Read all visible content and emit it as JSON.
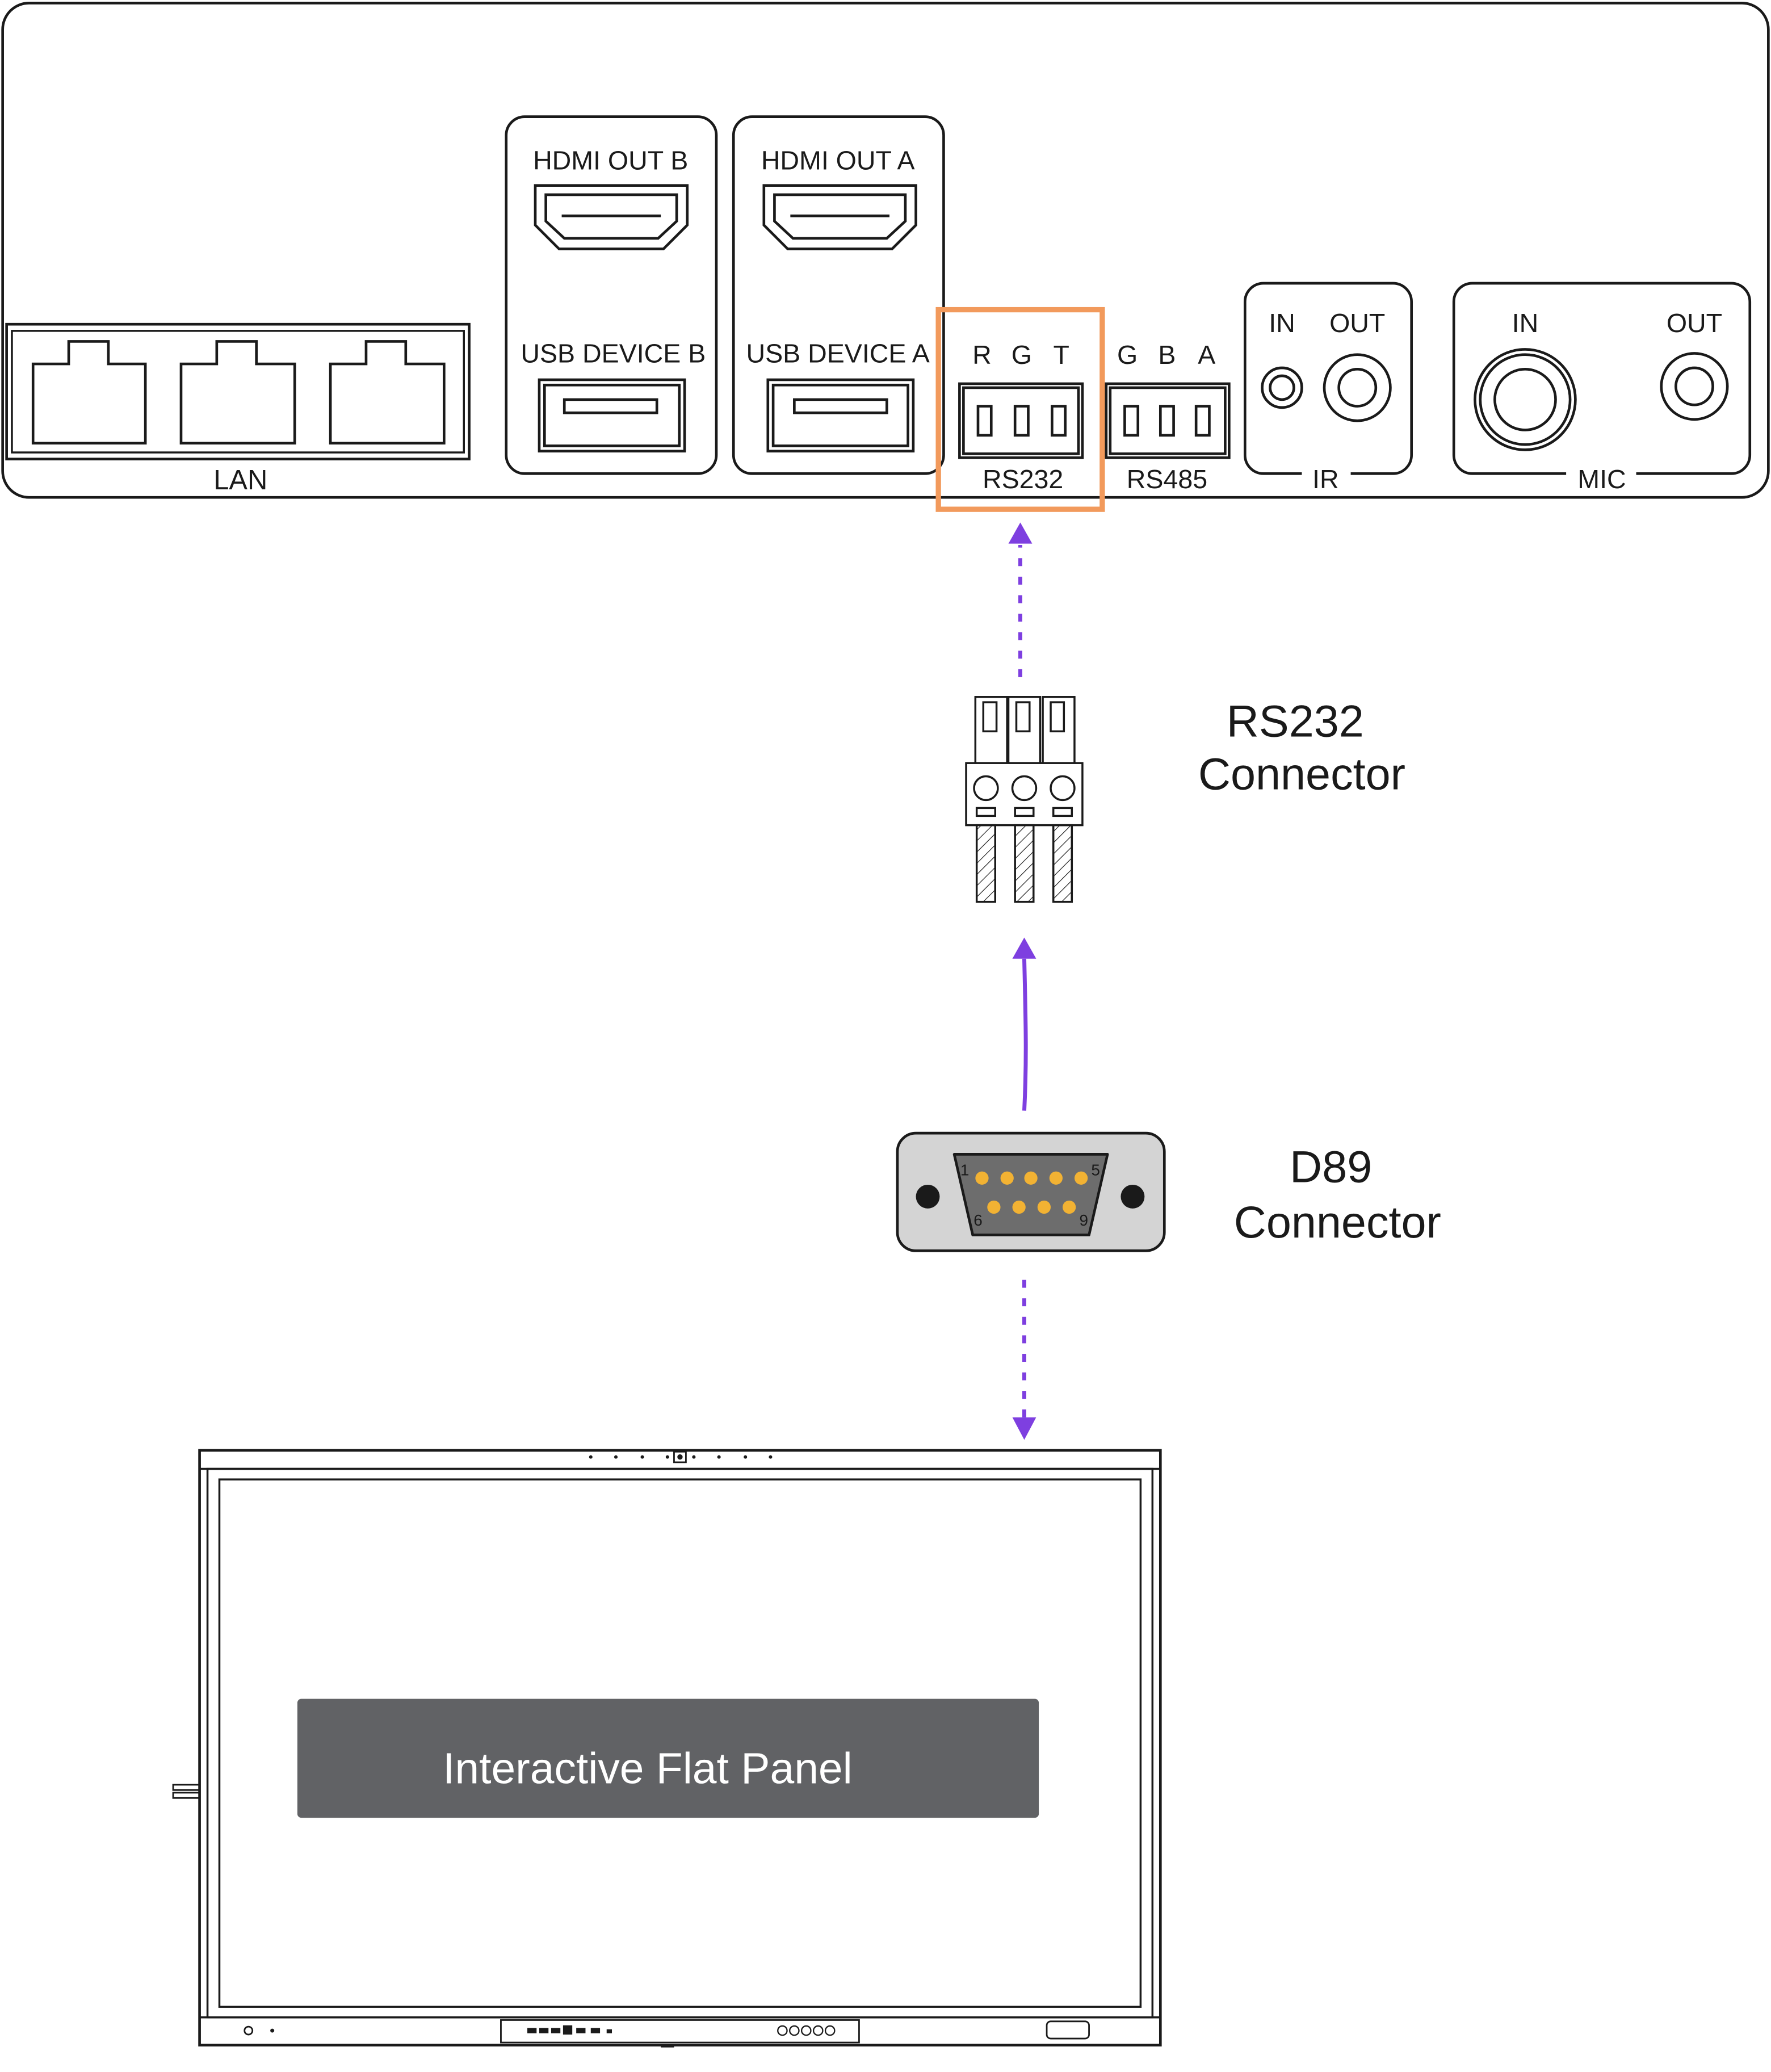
{
  "colors": {
    "line": "#1a1a1a",
    "highlight": "#f29a5c",
    "arrow": "#7e3fe0",
    "db9_body": "#d4d4d4",
    "db9_shell": "#6d6d6d",
    "db9_pin": "#f2b233",
    "panel_label_bg": "#616265",
    "panel_label_text": "#ffffff"
  },
  "device": {
    "lan_label": "LAN",
    "hdmi_out_b": "HDMI OUT B",
    "usb_device_b": "USB DEVICE B",
    "hdmi_out_a": "HDMI OUT A",
    "usb_device_a": "USB DEVICE A",
    "rs232_pins": [
      "R",
      "G",
      "T"
    ],
    "rs232_label": "RS232",
    "rs485_pins": [
      "G",
      "B",
      "A"
    ],
    "rs485_label": "RS485",
    "ir_in": "IN",
    "ir_out": "OUT",
    "ir_label": "IR",
    "mic_in": "IN",
    "mic_out": "OUT",
    "mic_label": "MIC"
  },
  "rs232_connector": {
    "line1": "RS232",
    "line2": "Connector"
  },
  "db9_connector": {
    "line1": "D89",
    "line2": "Connector",
    "pin_labels": [
      "1",
      "5",
      "6",
      "9"
    ]
  },
  "panel": {
    "label": "Interactive Flat Panel"
  },
  "icons": {
    "lan_port": "rj45-port-icon",
    "hdmi_port": "hdmi-port-icon",
    "usb_port": "usb-port-icon",
    "terminal_block": "terminal-block-icon",
    "audio_jack": "audio-jack-icon",
    "connector_plug": "terminal-plug-icon",
    "db9": "db9-connector-icon",
    "display": "flat-panel-display-icon"
  }
}
